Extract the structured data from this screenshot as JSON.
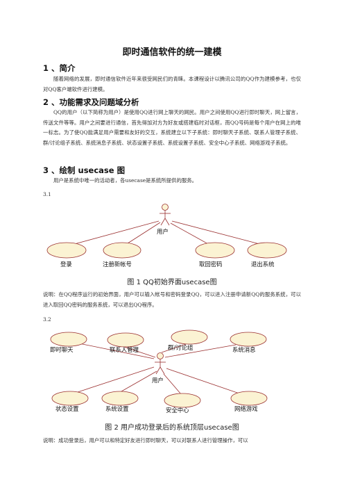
{
  "doc": {
    "title": "即时通信软件的统一建模",
    "sections": [
      {
        "heading": "1 、简介",
        "paragraphs": [
          "随着网络的发展，即时通信软件近年来很受网民们的青睐。本课程设计以腾讯公司的QQ作为建模参考，也仅对QQ客户端软件进行建模。"
        ]
      },
      {
        "heading": "2 、功能需求及问题域分析",
        "paragraphs": [
          "QQ的用户（以下简称为用户）是使用QQ进行网上聊天的网民。用户之间使用QQ进行即时聊天，网上留言，传送文件等等。用户之间要进行通信，首先得加对方为好友或搭建临时对话框，而QQ号码是每个用户在网上的唯一标志。为了使QQ能满足用户需要和友好的交互，系统建立以下子系统：即时聊天子系统、联系人管理子系统、群/讨论组子系统、系统消息子系统、状态设置子系统、系统设置子系统、安全中心子系统、网络游戏子系统。"
        ]
      },
      {
        "heading": "3 、绘制 usecase 图",
        "paragraphs": [
          "用户是系统中唯一的活动者，各usecase是系统所提供的服务。"
        ]
      }
    ],
    "fig1": {
      "label": "3.1",
      "actor": "用户",
      "usecases": [
        "登录",
        "注册新帐号",
        "取回密码",
        "退出系统"
      ],
      "caption": "图 1  QQ初始界面usecase图",
      "description": "说明：在QQ程序运行的初始界面，用户可以输入帐号和密码登录QQ，可以进入注册申请新QQ的服务系统，可以进入取回QQ密码的服务系统，可以退出QQ程序。"
    },
    "fig2": {
      "label": "3.2",
      "actor": "用户",
      "usecases": [
        "即时聊天",
        "联系人管理",
        "群/讨论组",
        "系统消息",
        "状态设置",
        "系统设置",
        "安全中心",
        "网络游戏"
      ],
      "caption": "图 2    用户成功登录后的系统顶层usecase图",
      "description": "说明：成功登录后，用户可以和特定好友进行即时聊天，可以对联系人进行管理操作，可以"
    },
    "colors": {
      "usecase_fill": "#fbf3d3",
      "usecase_stroke": "#9a2f2f",
      "line": "#9a2f2f"
    }
  }
}
